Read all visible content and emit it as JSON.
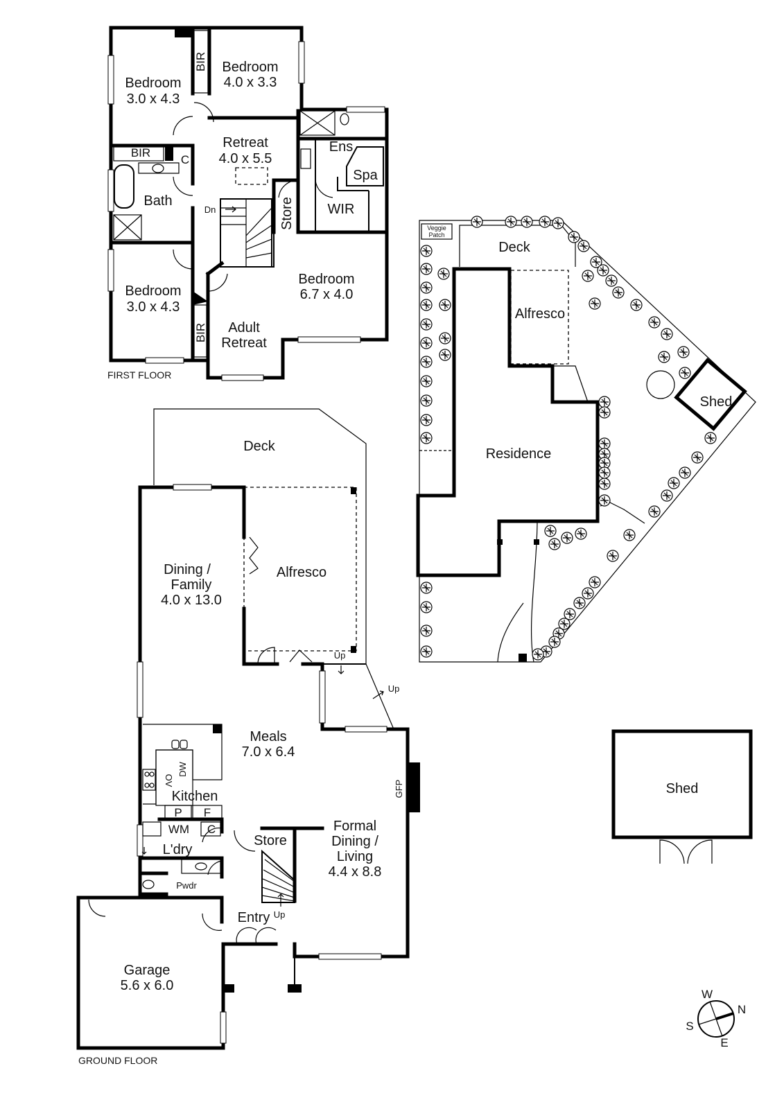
{
  "floors": {
    "first_floor": "FIRST FLOOR",
    "ground_floor": "GROUND FLOOR"
  },
  "first_floor_rooms": {
    "bedroom_nw": {
      "name": "Bedroom",
      "size": "3.0 x 4.3"
    },
    "bedroom_n": {
      "name": "Bedroom",
      "size": "4.0 x 3.3"
    },
    "retreat": {
      "name": "Retreat",
      "size": "4.0 x 5.5"
    },
    "bath": "Bath",
    "bedroom_sw": {
      "name": "Bedroom",
      "size": "3.0 x 4.3"
    },
    "ens": "Ens",
    "spa": "Spa",
    "wir": "WIR",
    "store": "Store",
    "bedroom_main": {
      "name": "Bedroom",
      "size": "6.7 x 4.0"
    },
    "adult_retreat": [
      "Adult",
      "Retreat"
    ],
    "bir_1": "BIR",
    "bir_2": "BIR",
    "bir_3": "BIR",
    "c": "C",
    "dn": "Dn"
  },
  "ground_floor_rooms": {
    "deck": "Deck",
    "dining_family": {
      "name_1": "Dining /",
      "name_2": "Family",
      "size": "4.0 x 13.0"
    },
    "alfresco": "Alfresco",
    "meals": {
      "name": "Meals",
      "size": "7.0 x 6.4"
    },
    "kitchen": "Kitchen",
    "dw": "DW",
    "ov": "OV",
    "p": "P",
    "f": "F",
    "wm": "WM",
    "c": "C",
    "laundry": "L'dry",
    "pwdr": "Pwdr",
    "store": "Store",
    "formal": [
      "Formal",
      "Dining /",
      "Living"
    ],
    "formal_size": "4.4 x 8.8",
    "gfp": "GFP",
    "entry": "Entry",
    "up_1": "Up",
    "up_2": "Up",
    "up_3": "Up",
    "garage": {
      "name": "Garage",
      "size": "5.6 x 6.0"
    }
  },
  "site_plan": {
    "veggie_patch": [
      "Veggie",
      "Patch"
    ],
    "deck": "Deck",
    "alfresco": "Alfresco",
    "residence": "Residence",
    "shed": "Shed"
  },
  "shed_plan": {
    "shed": "Shed"
  },
  "compass": {
    "w": "W",
    "n": "N",
    "s": "S",
    "e": "E"
  }
}
